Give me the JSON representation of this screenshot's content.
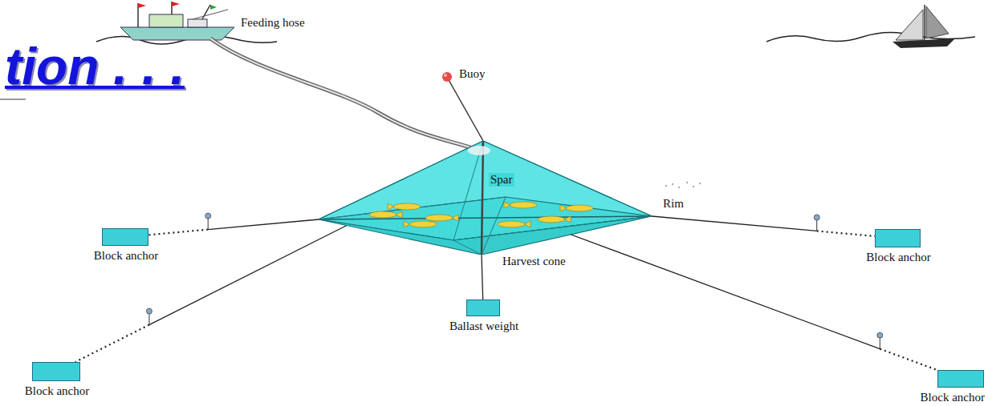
{
  "diagram": {
    "title": "tion . . .",
    "nodes": [
      {
        "text": [
          "Spar"
        ]
      },
      {
        "text": [
          "Block anchor"
        ]
      },
      {
        "text": [
          "Block anchor"
        ]
      },
      {
        "text": [
          "Ballast weight"
        ]
      },
      {
        "text": [
          "Block anchor"
        ]
      },
      {
        "text": [
          "Block anchor"
        ]
      }
    ],
    "edges": [
      {
        "from": 0,
        "to": 1,
        "arrow": "none"
      },
      {
        "from": 0,
        "to": 2,
        "arrow": "none"
      },
      {
        "from": 0,
        "to": 3,
        "arrow": "none"
      },
      {
        "from": 0,
        "to": 4,
        "arrow": "none"
      },
      {
        "from": 0,
        "to": 5,
        "arrow": "none"
      }
    ],
    "labels": [
      "Buoy",
      "Feeding hose",
      "Rim",
      "Harvest cone"
    ]
  }
}
